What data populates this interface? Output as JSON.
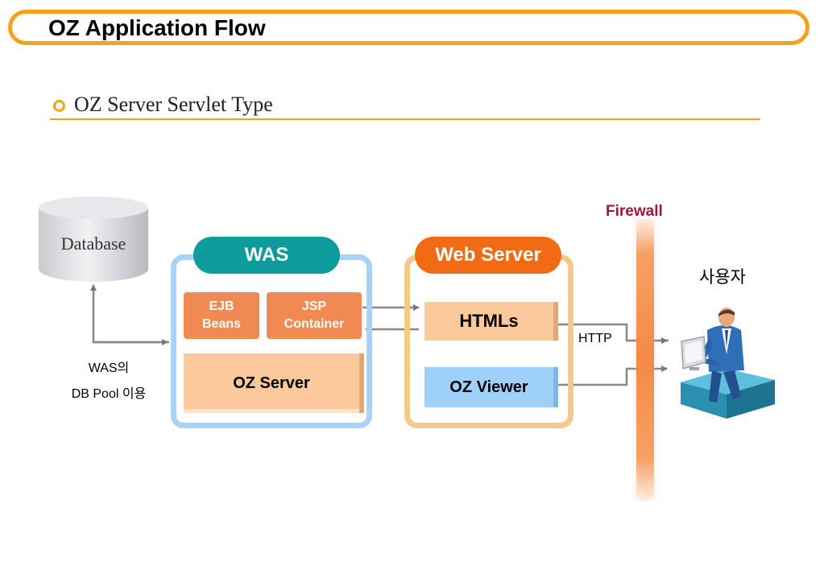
{
  "header": {
    "title": "OZ Application Flow"
  },
  "section": {
    "subtitle": "OZ Server Servlet Type"
  },
  "diagram": {
    "database_label": "Database",
    "db_pool_line1": "WAS의",
    "db_pool_line2": "DB Pool 이용",
    "was_label": "WAS",
    "ejb_line1": "EJB",
    "ejb_line2": "Beans",
    "jsp_line1": "JSP",
    "jsp_line2": "Container",
    "oz_server_label": "OZ Server",
    "web_server_label": "Web Server",
    "htmls_label": "HTMLs",
    "oz_viewer_label": "OZ Viewer",
    "firewall_label": "Firewall",
    "http_label": "HTTP",
    "user_label": "사용자"
  },
  "colors": {
    "accent_orange": "#f4a21c",
    "was_teal": "#0d9b9b",
    "web_server_orange": "#f26b12",
    "firewall_red": "#a0153a"
  }
}
